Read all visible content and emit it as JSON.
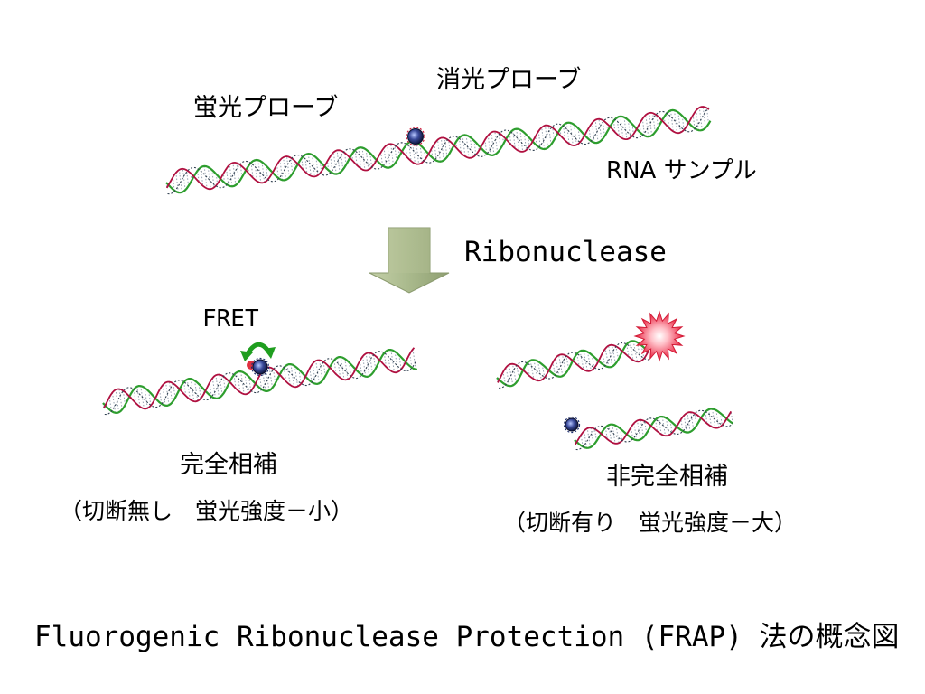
{
  "labels": {
    "fluor_probe": "蛍光プローブ",
    "quench_probe": "消光プローブ",
    "rna_sample": "RNA サンプル",
    "enzyme": "Ribonuclease",
    "fret": "FRET",
    "perfect_title": "完全相補",
    "perfect_desc": "（切断無し　蛍光強度－小）",
    "mismatch_title": "非完全相補",
    "mismatch_desc": "（切断有り　蛍光強度－大）",
    "footer": "Fluorogenic Ribonuclease Protection (FRAP) 法の概念図"
  },
  "colors": {
    "strand_green": "#2e9e2e",
    "strand_red": "#b01040",
    "strand_dark": "#2f3f4f",
    "arrow_fill": "#a9b98c",
    "fret_arrow": "#1f9e1f",
    "burst": "#e81e3c",
    "quencher": "#1e2e6e"
  }
}
